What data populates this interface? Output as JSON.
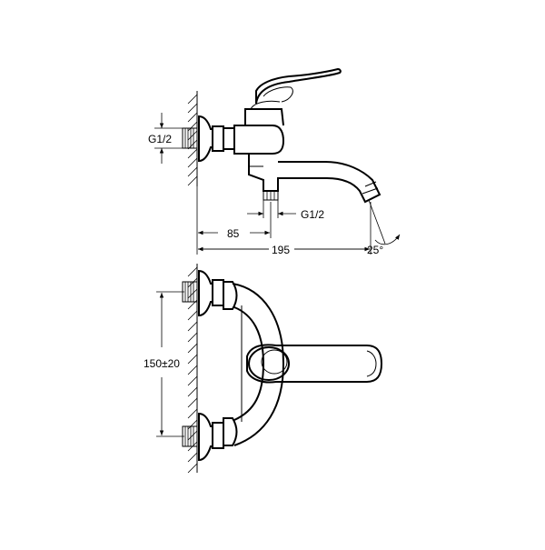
{
  "drawing": {
    "side_view": {
      "inlet_thread_label": "G1/2",
      "spout_thread_label": "G1/2",
      "dim_inlet_to_outlet": "85",
      "dim_total_projection": "195",
      "spout_angle": "25°"
    },
    "top_view": {
      "dim_inlet_spacing": "150±20"
    }
  }
}
